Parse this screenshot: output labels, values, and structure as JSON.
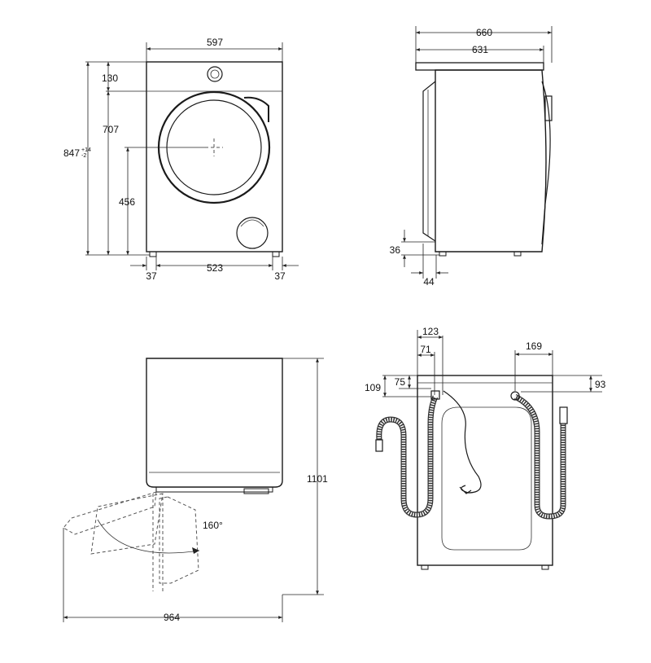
{
  "front_view": {
    "width": "597",
    "top_panel": "130",
    "door_center_height": "707",
    "total_height_main": "847",
    "total_height_tol_upper": "+14",
    "total_height_tol_lower": "-2",
    "filter_height": "456",
    "foot_offset_left": "37",
    "foot_span": "523",
    "foot_offset_right": "37"
  },
  "side_view": {
    "depth_total": "660",
    "depth_body": "631",
    "foot_height": "36",
    "foot_inset": "44"
  },
  "door_view": {
    "total_height_with_lid_open": "1101",
    "door_angle": "160°",
    "depth_with_door_open": "964"
  },
  "rear_view": {
    "hose1_offset": "123",
    "hose2_offset": "71",
    "hose1_height": "109",
    "hose2_height": "75",
    "inlet_offset": "169",
    "inlet_height": "93"
  }
}
